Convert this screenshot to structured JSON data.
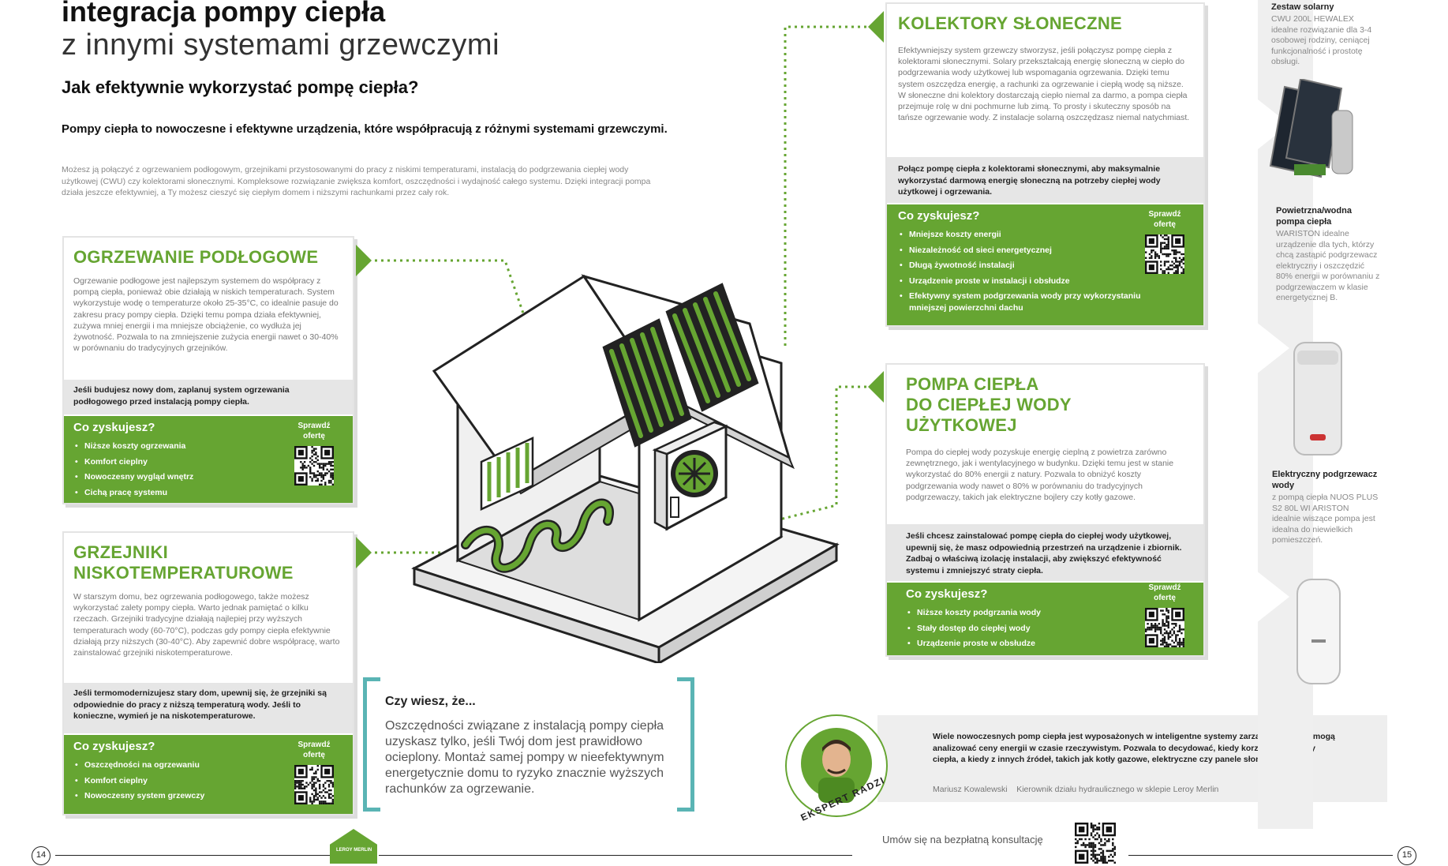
{
  "header": {
    "title_line1": "integracja pompy ciepła",
    "title_line2": "z innymi systemami grzewczymi",
    "subtitle": "Jak efektywnie wykorzystać pompę ciepła?",
    "lead": "Pompy ciepła to nowoczesne i efektywne urządzenia, które współpracują z różnymi systemami grzewczymi.",
    "intro": "Możesz ją połączyć z ogrzewaniem podłogowym, grzejnikami przystosowanymi do pracy z niskimi temperaturami, instalacją do podgrzewania ciepłej wody użytkowej (CWU) czy kolektorami słonecznymi. Kompleksowe rozwiązanie zwiększa komfort, oszczędności i wydajność całego systemu. Dzięki integracji pompa działa jeszcze efektywniej, a Ty możesz cieszyć się ciepłym domem i niższymi rachunkami przez cały rok."
  },
  "cards": {
    "floor": {
      "title": "OGRZEWANIE PODŁOGOWE",
      "body": "Ogrzewanie podłogowe jest najlepszym systemem do współpracy z pompą ciepła, ponieważ obie działają w niskich temperaturach. System wykorzystuje wodę o temperaturze około 25-35°C, co idealnie pasuje do zakresu pracy pompy ciepła. Dzięki temu pompa działa efektywniej, zużywa mniej energii i ma mniejsze obciążenie, co wydłuża jej żywotność. Pozwala to na zmniejszenie zużycia energii nawet o 30-40% w porównaniu do tradycyjnych grzejników.",
      "note": "Jeśli budujesz nowy dom, zaplanuj system ogrzewania podłogowego przed instalacją pompy ciepła.",
      "benefits_title": "Co zyskujesz?",
      "benefits": [
        "Niższe koszty ogrzewania",
        "Komfort cieplny",
        "Nowoczesny wygląd wnętrz",
        "Cichą pracę systemu"
      ],
      "offer": "Sprawdź ofertę"
    },
    "radiators": {
      "title_line1": "GRZEJNIKI",
      "title_line2": "NISKOTEMPERATUROWE",
      "body": "W starszym domu, bez ogrzewania podłogowego, także możesz wykorzystać zalety pompy ciepła. Warto jednak pamiętać o kilku rzeczach. Grzejniki tradycyjne działają najlepiej przy wyższych temperaturach wody (60-70°C), podczas gdy pompy ciepła efektywnie działają przy niższych (30-40°C). Aby zapewnić dobre współpracę, warto zainstalować grzejniki niskotemperaturowe.",
      "note": "Jeśli termomodernizujesz stary dom, upewnij się, że grzejniki są odpowiednie do pracy z niższą temperaturą wody. Jeśli to konieczne, wymień je na niskotemperaturowe.",
      "benefits_title": "Co zyskujesz?",
      "benefits": [
        "Oszczędności na ogrzewaniu",
        "Komfort cieplny",
        "Nowoczesny system grzewczy"
      ],
      "offer": "Sprawdź ofertę"
    },
    "solar": {
      "title": "KOLEKTORY SŁONECZNE",
      "body": "Efektywniejszy system grzewczy stworzysz, jeśli połączysz pompę ciepła z kolektorami słonecznymi. Solary przekształcają energię słoneczną w ciepło do podgrzewania wody użytkowej lub wspomagania ogrzewania. Dzięki temu system oszczędza energię, a rachunki za ogrzewanie i ciepłą wodę są niższe. W słoneczne dni kolektory dostarczają ciepło niemal za darmo, a pompa ciepła przejmuje rolę w dni pochmurne lub zimą. To prosty i skuteczny sposób na tańsze ogrzewanie wody. Z instalacje solarną oszczędzasz niemal natychmiast.",
      "note": "Połącz pompę ciepła z kolektorami słonecznymi, aby maksymalnie wykorzystać darmową energię słoneczną na potrzeby ciepłej wody użytkowej i ogrzewania.",
      "benefits_title": "Co zyskujesz?",
      "benefits": [
        "Mniejsze koszty energii",
        "Niezależność od sieci energetycznej",
        "Długą żywotność instalacji",
        "Urządzenie proste w instalacji i obsłudze",
        "Efektywny system podgrzewania wody przy wykorzystaniu mniejszej powierzchni dachu"
      ],
      "offer": "Sprawdź ofertę"
    },
    "cwu": {
      "title_line1": "POMPA CIEPŁA",
      "title_line2": "DO CIEPŁEJ WODY",
      "title_line3": "UŻYTKOWEJ",
      "body": "Pompa do ciepłej wody pozyskuje energię cieplną z powietrza zarówno zewnętrznego, jak i wentylacyjnego w budynku. Dzięki temu jest w stanie wykorzystać do 80% energii z natury. Pozwala to obniżyć koszty podgrzewania wody nawet o 80% w porównaniu do tradycyjnych podgrzewaczy, takich jak elektryczne bojlery czy kotły gazowe.",
      "note": "Jeśli chcesz zainstalować pompę ciepła do ciepłej wody użytkowej, upewnij się, że masz odpowiednią przestrzeń na urządzenie i zbiornik. Zadbaj o właściwą izolację instalacji, aby zwiększyć efektywność systemu i zmniejszyć straty ciepła.",
      "benefits_title": "Co zyskujesz?",
      "benefits": [
        "Niższe koszty podgrzania wody",
        "Stały dostęp do ciepłej wody",
        "Urządzenie proste w obsłudze"
      ],
      "offer": "Sprawdź ofertę"
    }
  },
  "did_you_know": {
    "title": "Czy wiesz, że...",
    "text": "Oszczędności związane z instalacją pompy ciepła uzyskasz tylko, jeśli Twój dom jest prawidłowo ocieplony. Montaż samej pompy w nieefektywnym energetycznie domu to ryzyko znacznie wyższych rachunków za ogrzewanie."
  },
  "expert": {
    "badge": "EKSPERT RADZI",
    "text": "Wiele nowoczesnych pomp ciepła jest wyposażonych w inteligentne systemy zarządzania, które mogą analizować ceny energii w czasie rzeczywistym. Pozwala to decydować, kiedy korzystać z pompy ciepła, a kiedy z innych źródeł, takich jak kotły gazowe, elektryczne czy panele słoneczne.",
    "signature": "Mariusz Kowalewski    Kierownik działu hydraulicznego w sklepie Leroy Merlin"
  },
  "products": [
    {
      "title": "Zestaw solarny",
      "desc": "CWU 200L HEWALEX idealne rozwiązanie dla 3-4 osobowej rodziny, ceniącej funkcjonalność i prostotę obsługi."
    },
    {
      "title": "Powietrzna/wodna pompa ciepła",
      "desc": "WARISTON idealne urządzenie dla tych, którzy chcą zastąpić podgrzewacz elektryczny i oszczędzić 80% energii w porównaniu z podgrzewaczem w klasie energetycznej B."
    },
    {
      "title": "Elektryczny podgrzewacz wody",
      "desc": "z pompą ciepła NUOS PLUS S2 80L WI ARISTON idealnie wiszące pompa jest idealna do niewielkich pomieszczeń."
    }
  ],
  "footer": {
    "page_left": "14",
    "page_right": "15",
    "consult": "Umów się na bezpłatną konsultację",
    "logo": "LEROY MERLIN"
  },
  "colors": {
    "accent": "#66a532",
    "note_bg": "#e6e6e6",
    "teal": "#5ab4b4"
  }
}
